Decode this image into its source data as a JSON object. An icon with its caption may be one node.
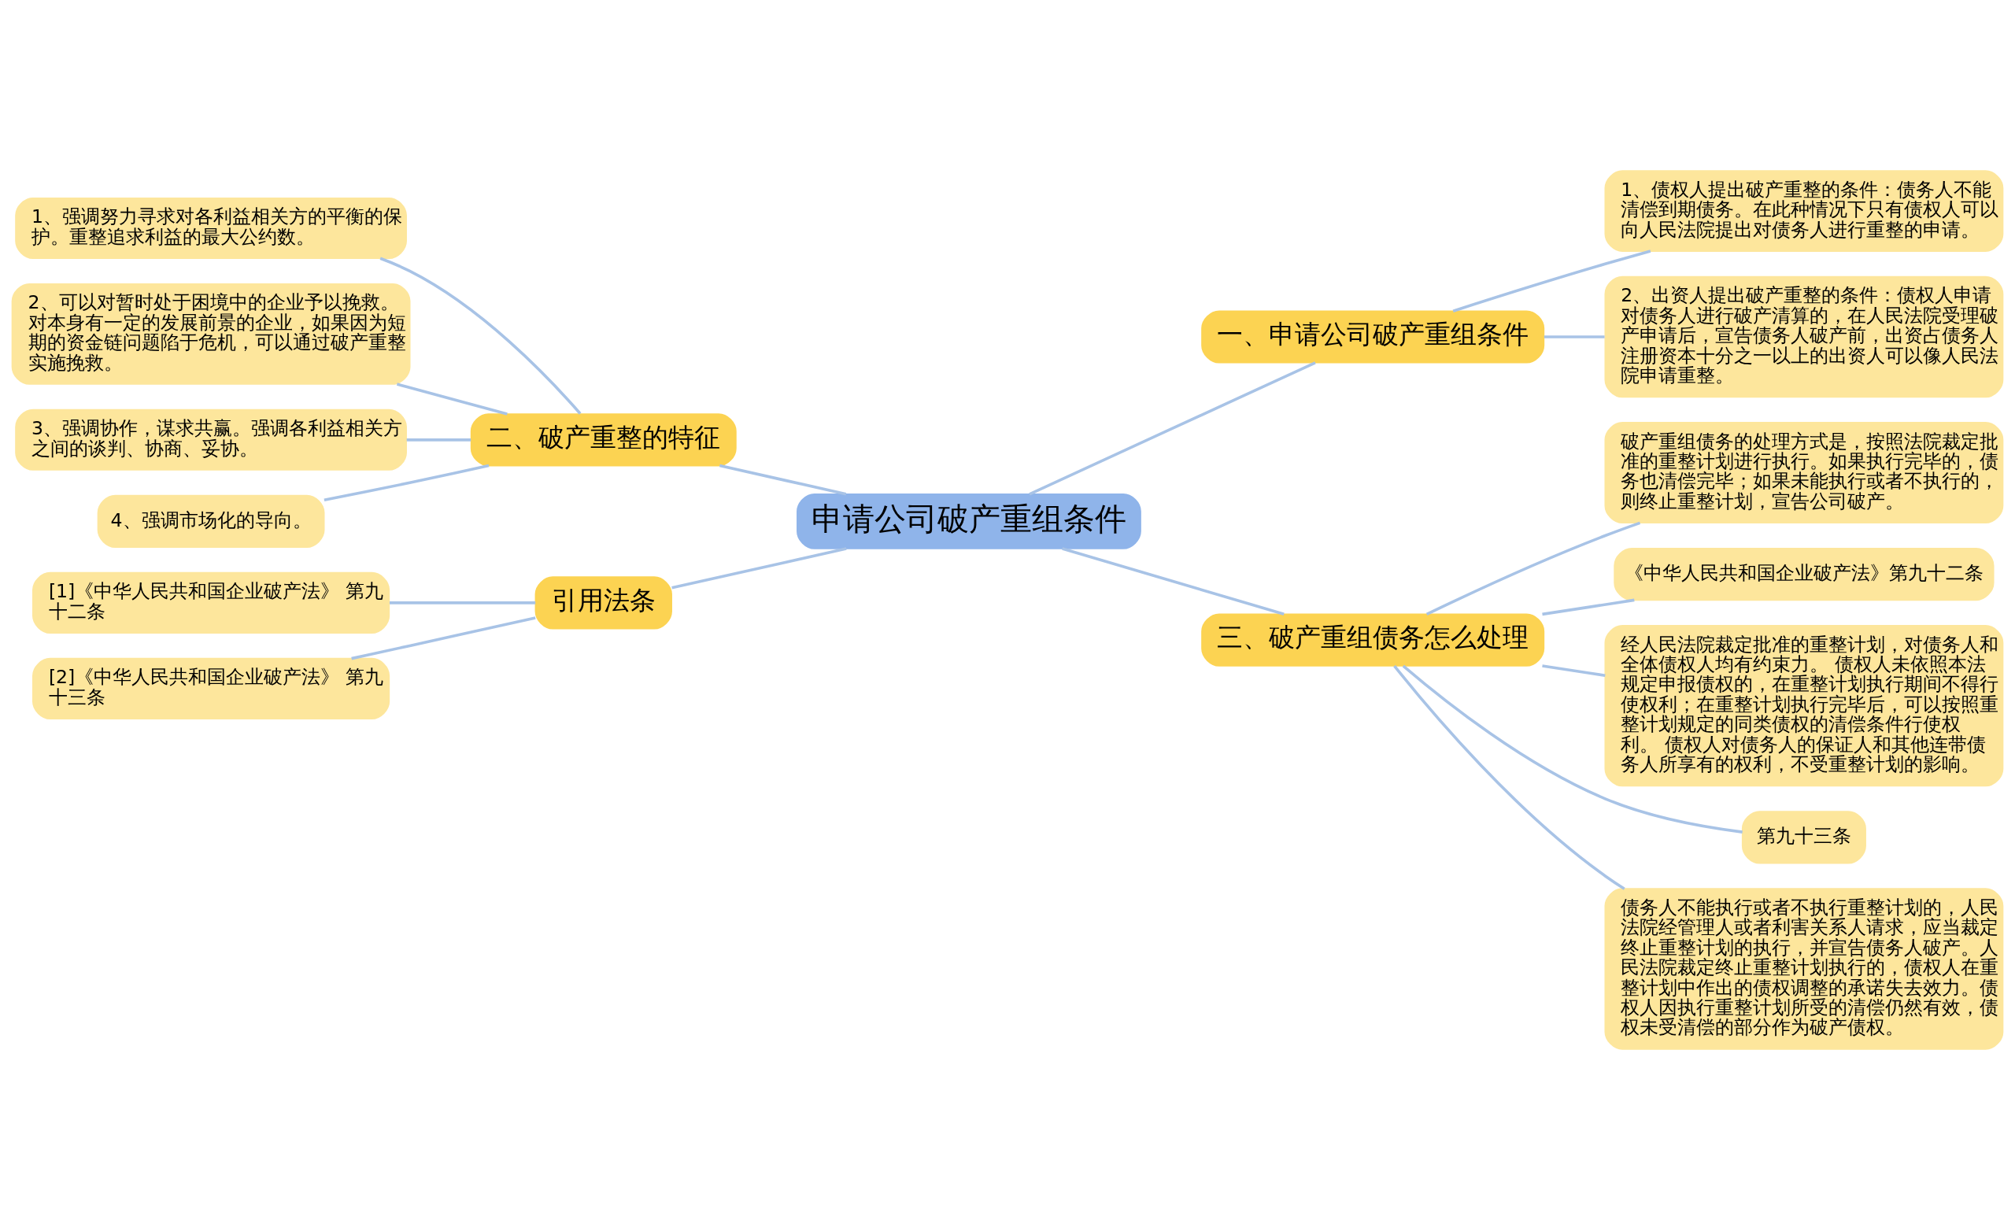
{
  "diagram": {
    "nodes": [
      {
        "text": [
          "申请公司破产重组条件"
        ]
      },
      {
        "text": [
          "二、破产重整的特征"
        ]
      },
      {
        "text": [
          "1、强调努力寻求对各利益相关方的平衡的保护。重整追求利益的最大公约数。"
        ]
      },
      {
        "text": [
          "2、可以对暂时处于困境中的企业予以挽救。对本身有一定的发展前景的企业，如果因为短期的资金链问题陷于危机，可以通过破产重整实施挽救。"
        ]
      },
      {
        "text": [
          "3、强调协作，谋求共赢。强调各利益相关方之间的谈判、协商、妥协。"
        ]
      },
      {
        "text": [
          "4、强调市场化的导向。"
        ]
      },
      {
        "text": [
          "引用法条"
        ]
      },
      {
        "text": [
          "[1]《中华人民共和国企业破产法》 第九十二条"
        ]
      },
      {
        "text": [
          "[2]《中华人民共和国企业破产法》 第九十三条"
        ]
      },
      {
        "text": [
          "一、申请公司破产重组条件"
        ]
      },
      {
        "text": [
          "1、债权人提出破产重整的条件：债务人不能清偿到期债务。在此种情况下只有债权人可以向人民法院提出对债务人进行重整的申请。"
        ]
      },
      {
        "text": [
          "2、出资人提出破产重整的条件：债权人申请对债务人进行破产清算的，在人民法院受理破产申请后，宣告债务人破产前，出资占债务人注册资本十分之一以上的出资人可以像人民法院申请重整。"
        ]
      },
      {
        "text": [
          "三、破产重组债务怎么处理"
        ]
      },
      {
        "text": [
          "破产重组债务的处理方式是，按照法院裁定批准的重整计划进行执行。如果执行完毕的，债务也清偿完毕；如果未能执行或者不执行的，则终止重整计划，宣告公司破产。"
        ]
      },
      {
        "text": [
          "《中华人民共和国企业破产法》第九十二条"
        ]
      },
      {
        "text": [
          "经人民法院裁定批准的重整计划，对债务人和全体债权人均有约束力。 债权人未依照本法规定申报债权的，在重整计划执行期间不得行使权利；在重整计划执行完毕后，可以按照重整计划规定的同类债权的清偿条件行使权利。 债权人对债务人的保证人和其他连带债务人所享有的权利，不受重整计划的影响。"
        ]
      },
      {
        "text": [
          "第九十三条"
        ]
      },
      {
        "text": [
          "债务人不能执行或者不执行重整计划的，人民法院经管理人或者利害关系人请求，应当裁定终止重整计划的执行，并宣告债务人破产。人民法院裁定终止重整计划执行的，债权人在重整计划中作出的债权调整的承诺失去效力。债权人因执行重整计划所受的清偿仍然有效，债权未受清偿的部分作为破产债权。"
        ]
      }
    ],
    "edges": [
      {
        "from": 0,
        "to": 1,
        "arrow": "none"
      },
      {
        "from": 1,
        "to": 2,
        "arrow": "none"
      },
      {
        "from": 1,
        "to": 3,
        "arrow": "none"
      },
      {
        "from": 1,
        "to": 4,
        "arrow": "none"
      },
      {
        "from": 1,
        "to": 5,
        "arrow": "none"
      },
      {
        "from": 0,
        "to": 6,
        "arrow": "none"
      },
      {
        "from": 6,
        "to": 7,
        "arrow": "none"
      },
      {
        "from": 6,
        "to": 8,
        "arrow": "none"
      },
      {
        "from": 0,
        "to": 9,
        "arrow": "none"
      },
      {
        "from": 9,
        "to": 10,
        "arrow": "none"
      },
      {
        "from": 9,
        "to": 11,
        "arrow": "none"
      },
      {
        "from": 0,
        "to": 12,
        "arrow": "none"
      },
      {
        "from": 12,
        "to": 13,
        "arrow": "none"
      },
      {
        "from": 12,
        "to": 14,
        "arrow": "none"
      },
      {
        "from": 12,
        "to": 15,
        "arrow": "none"
      },
      {
        "from": 12,
        "to": 16,
        "arrow": "none"
      },
      {
        "from": 12,
        "to": 17,
        "arrow": "none"
      }
    ]
  }
}
